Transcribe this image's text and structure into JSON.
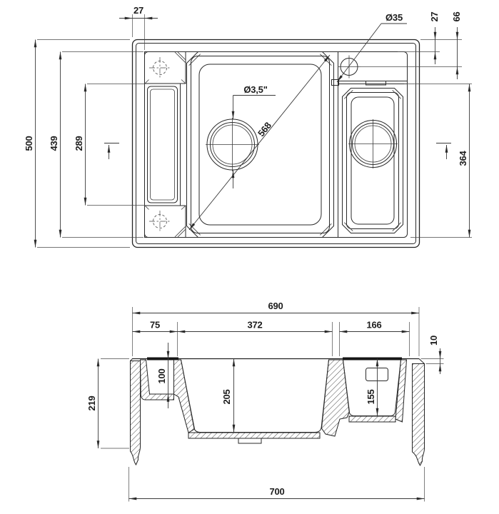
{
  "drawing": {
    "type": "kitchen sink technical drawing, two views",
    "colors": {
      "line": "#2a2a2a",
      "background": "#ffffff"
    },
    "top_view": {
      "dim_left_offset": "27",
      "dim_tap_hole_diameter": "Ø35",
      "dim_right_offset": "27",
      "dim_tap_center_offset": "66",
      "dim_overall_depth": "500",
      "dim_inner_depth": "439",
      "dim_channel_length": "289",
      "dim_drain_diameter": "Ø3,5\"",
      "dim_bowl_diagonal": "568",
      "dim_small_bowl_depth": "364"
    },
    "section_view": {
      "dim_overall_width": "690",
      "dim_left_segment": "75",
      "dim_main_bowl_width": "372",
      "dim_small_bowl_width": "166",
      "dim_rim_height": "10",
      "dim_channel_depth": "100",
      "dim_main_bowl_depth": "205",
      "dim_small_bowl_depth": "155",
      "dim_edge_height": "219",
      "dim_total_width": "700"
    }
  }
}
